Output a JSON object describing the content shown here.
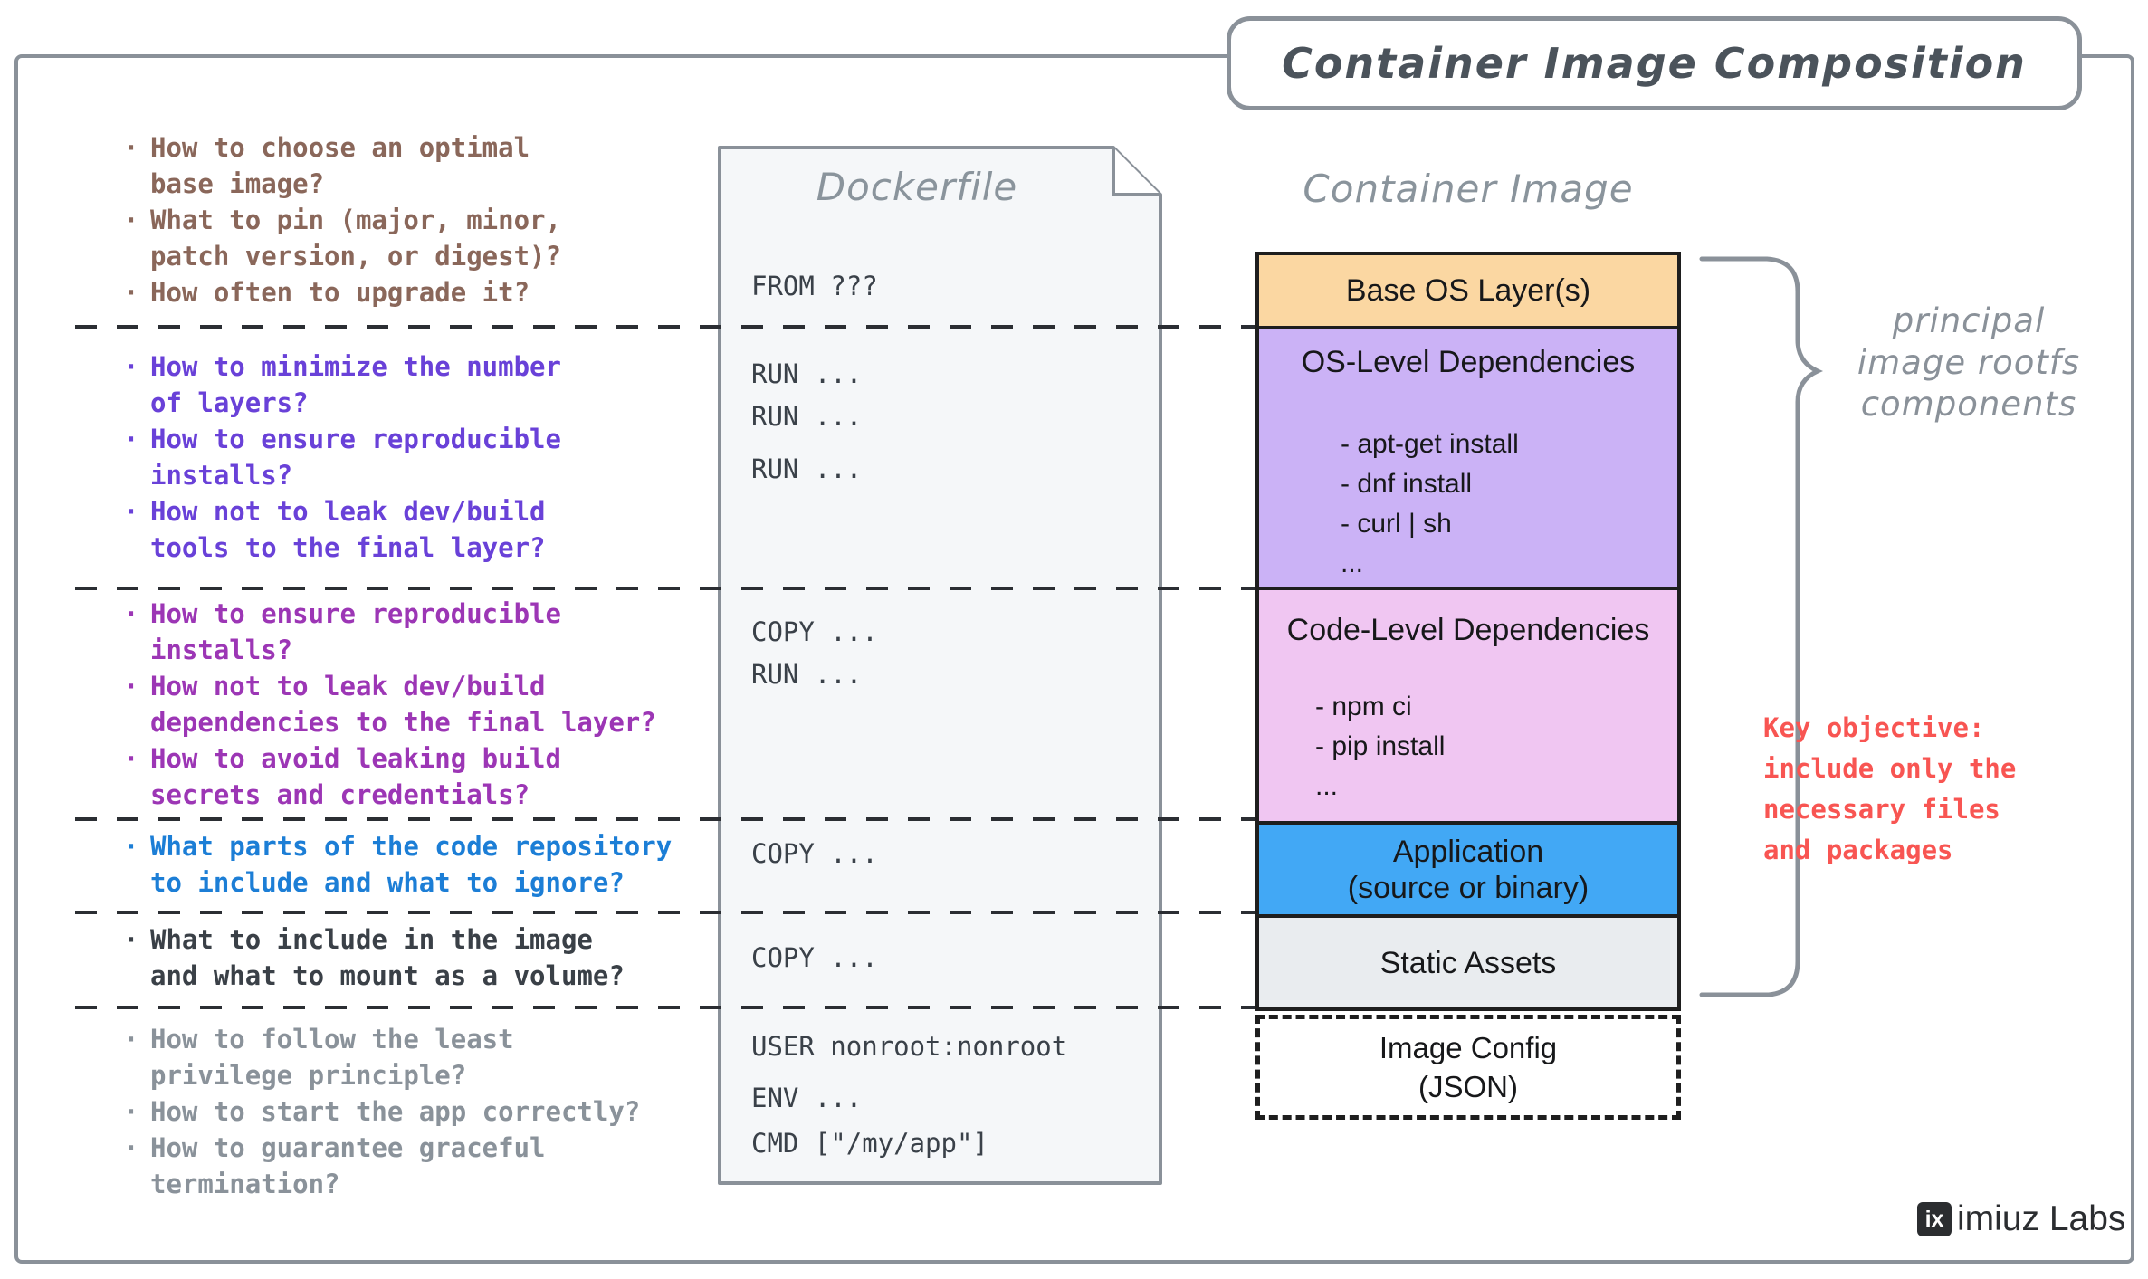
{
  "title": "Container Image Composition",
  "headings": {
    "dockerfile": "Dockerfile",
    "container_image": "Container Image"
  },
  "question_groups": [
    {
      "color": "#8a675a",
      "items": [
        [
          "How to choose an optimal",
          "base image?"
        ],
        [
          "What to pin (major, minor,",
          "patch version, or digest)?"
        ],
        [
          "How often to upgrade it?"
        ]
      ]
    },
    {
      "color": "#6941d8",
      "items": [
        [
          "How to minimize the number",
          "of layers?"
        ],
        [
          "How to ensure reproducible",
          "installs?"
        ],
        [
          "How not to leak dev/build",
          "tools to the final layer?"
        ]
      ]
    },
    {
      "color": "#9c36b5",
      "items": [
        [
          "How to ensure reproducible",
          "installs?"
        ],
        [
          "How not to leak dev/build",
          "dependencies to the final layer?"
        ],
        [
          "How to avoid leaking build",
          "secrets and credentials?"
        ]
      ]
    },
    {
      "color": "#1c7ed6",
      "items": [
        [
          "What parts of the code repository",
          "to include and what to ignore?"
        ]
      ]
    },
    {
      "color": "#3a4047",
      "items": [
        [
          "What to include in the image",
          "and what to mount as a volume?"
        ]
      ]
    },
    {
      "color": "#8a929a",
      "items": [
        [
          "How to follow the least",
          "privilege principle?"
        ],
        [
          "How to start the app correctly?"
        ],
        [
          "How to guarantee graceful",
          "termination?"
        ]
      ]
    }
  ],
  "dockerfile_lines": [
    "FROM ???",
    "RUN ...",
    "RUN ...",
    "RUN ...",
    "COPY ...",
    "RUN ...",
    "COPY ...",
    "COPY ...",
    "USER nonroot:nonroot",
    "ENV ...",
    "CMD [\"/my/app\"]"
  ],
  "layers": [
    {
      "label": "Base OS Layer(s)",
      "color": "#fbd7a2",
      "items": []
    },
    {
      "label": "OS-Level Dependencies",
      "color": "#cbb2f6",
      "items": [
        "- apt-get install",
        "- dnf install",
        "- curl | sh",
        "..."
      ]
    },
    {
      "label": "Code-Level Dependencies",
      "color": "#f0c6f2",
      "items": [
        "- npm ci",
        "- pip install",
        "..."
      ]
    },
    {
      "label": "Application",
      "sublabel": "(source or binary)",
      "color": "#42a8f5",
      "items": []
    },
    {
      "label": "Static Assets",
      "color": "#e9ecef",
      "items": []
    }
  ],
  "image_config": {
    "label": "Image Config",
    "sublabel": "(JSON)"
  },
  "annotations": {
    "brace_label_lines": [
      "principal",
      "image rootfs",
      "components"
    ],
    "brace_label_color": "#8a9199",
    "key_objective_lines": [
      "Key objective:",
      "include only the",
      "necessary files",
      "and packages"
    ],
    "key_objective_color": "#f85552"
  },
  "logo": {
    "box": "ix",
    "text": "imiuz Labs"
  }
}
